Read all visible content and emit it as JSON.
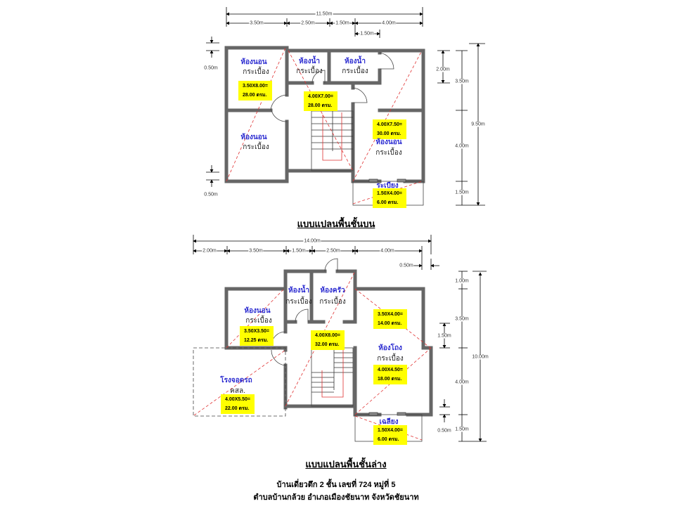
{
  "upper_plan": {
    "title": "แบบแปลนพื้นชั้นบน",
    "dims_top": {
      "total": "11.50m",
      "d1": "3.50m",
      "d2": "2.50m",
      "d3": "1.50m",
      "d4": "4.00m",
      "d5": "1.50m"
    },
    "dims_right": {
      "total": "9.50m",
      "d1": "3.50m",
      "d2": "4.00m",
      "d3": "1.50m",
      "d4": "2.00m"
    },
    "dims_left": {
      "top": "0.50m",
      "bottom": "0.50m"
    },
    "rooms": [
      {
        "name": "ห้องนอน",
        "floor": "กระเบื้อง",
        "area1": "3.50X8.00=",
        "area2": "28.00 ตรม."
      },
      {
        "name": "ห้องนอน",
        "floor": "กระเบื้อง"
      },
      {
        "name": "ห้องน้ำ",
        "floor": "กระเบื้อง"
      },
      {
        "name": "ห้องน้ำ",
        "floor": "กระเบื้อง"
      },
      {
        "area1": "4.00X7.00=",
        "area2": "28.00 ตรม."
      },
      {
        "name": "ห้องนอน",
        "floor": "กระเบื้อง",
        "area1": "4.00X7.50=",
        "area2": "30.00 ตรม."
      },
      {
        "name": "ระเบียง",
        "area1": "1.50X4.00=",
        "area2": "6.00 ตรม."
      }
    ]
  },
  "lower_plan": {
    "title": "แบบแปลนพื้นชั้นล่าง",
    "dims_top": {
      "total": "14.00m",
      "d1": "2.00m",
      "d2": "3.50m",
      "d3": "1.50m",
      "d4": "2.50m",
      "d5": "4.00m",
      "d6": "0.50m"
    },
    "dims_right": {
      "total": "10.00m",
      "d1": "1.00m",
      "d2": "3.50m",
      "d3": "4.00m",
      "d4": "1.50m",
      "d5": "1.50m",
      "d6": "0.50m"
    },
    "rooms": [
      {
        "name": "ห้องนอน",
        "floor": "กระเบื้อง",
        "area1": "3.50X3.50=",
        "area2": "12.25 ตรม."
      },
      {
        "name": "ห้องน้ำ",
        "floor": "กระเบื้อง"
      },
      {
        "name": "ห้องครัว",
        "floor": "กระเบื้อง"
      },
      {
        "area1": "4.00X8.00=",
        "area2": "32.00 ตรม."
      },
      {
        "area1": "3.50X4.00=",
        "area2": "14.00 ตรม."
      },
      {
        "name": "ห้องโถง",
        "floor": "กระเบื้อง",
        "area1": "4.00X4.50=",
        "area2": "18.00 ตรม."
      },
      {
        "name": "โรงจอดรถ",
        "floor": "คสล.",
        "area1": "4.00X5.50=",
        "area2": "22.00 ตรม."
      },
      {
        "name": "เฉลียง",
        "area1": "1.50X4.00=",
        "area2": "6.00 ตรม."
      }
    ]
  },
  "footer": {
    "line1": "บ้านเดี่ยวตึก 2 ชั้น เลขที่ 724 หมู่ที่ 5",
    "line2": "ตำบลบ้านกล้วย อำเภอเมืองชัยนาท จังหวัดชัยนาท"
  },
  "colors": {
    "wall": "#666666",
    "room_label": "#2a2ad0",
    "area_bg": "#ffff00",
    "diag": "#e03030"
  }
}
